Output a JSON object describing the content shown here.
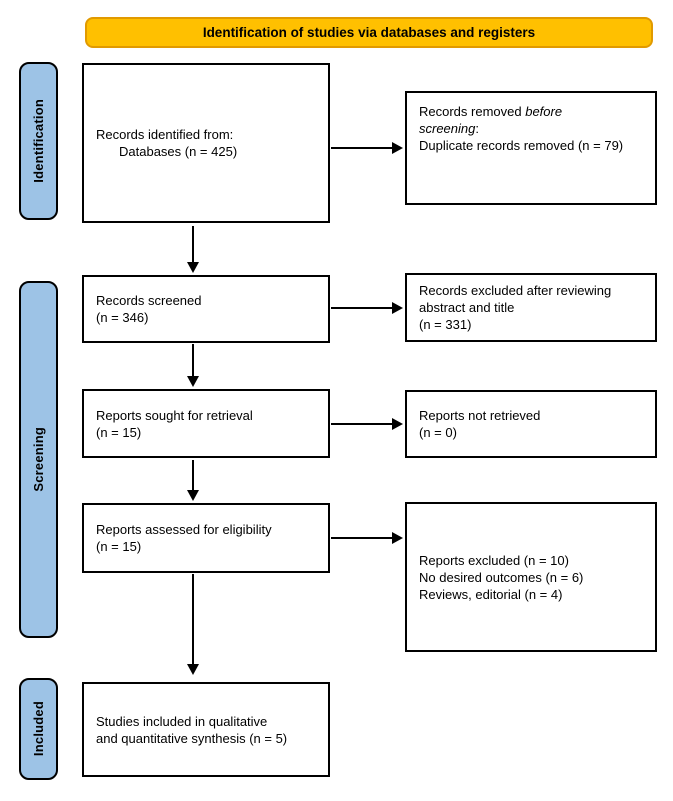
{
  "banner": {
    "label": "Identification of studies via databases and registers"
  },
  "stages": {
    "identification": {
      "label": "Identification"
    },
    "screening": {
      "label": "Screening"
    },
    "included": {
      "label": "Included"
    }
  },
  "flow": {
    "identified": {
      "line1": "Records identified from:",
      "line2": "Databases (n = 425)"
    },
    "removed_before_screening": {
      "prefix": "Records removed ",
      "italic": "before screening",
      "suffix": ":",
      "detail": "Duplicate records removed (n = 79)"
    },
    "screened": {
      "line1": "Records screened",
      "line2": "(n = 346)"
    },
    "excluded_after_review": {
      "line1": "Records excluded after reviewing",
      "line2": "abstract and title",
      "line3": "(n = 331)"
    },
    "sought_retrieval": {
      "line1": "Reports sought for retrieval",
      "line2": "(n = 15)"
    },
    "not_retrieved": {
      "line1": "Reports not retrieved",
      "line2": "(n = 0)"
    },
    "assessed_eligibility": {
      "line1": "Reports assessed for eligibility",
      "line2": "(n = 15)"
    },
    "reports_excluded": {
      "line1": "Reports excluded (n = 10)",
      "line2": "No desired outcomes (n = 6)",
      "line3": "Reviews, editorial (n = 4)"
    },
    "included_studies": {
      "line1": "Studies included in qualitative",
      "line2": "and quantitative synthesis (n = 5)"
    }
  },
  "colors": {
    "banner_fill": "#FFC000",
    "banner_border": "#E19A00",
    "stage_fill": "#9DC3E6",
    "stage_border": "#000000",
    "box_border": "#000000",
    "arrow": "#000000"
  }
}
